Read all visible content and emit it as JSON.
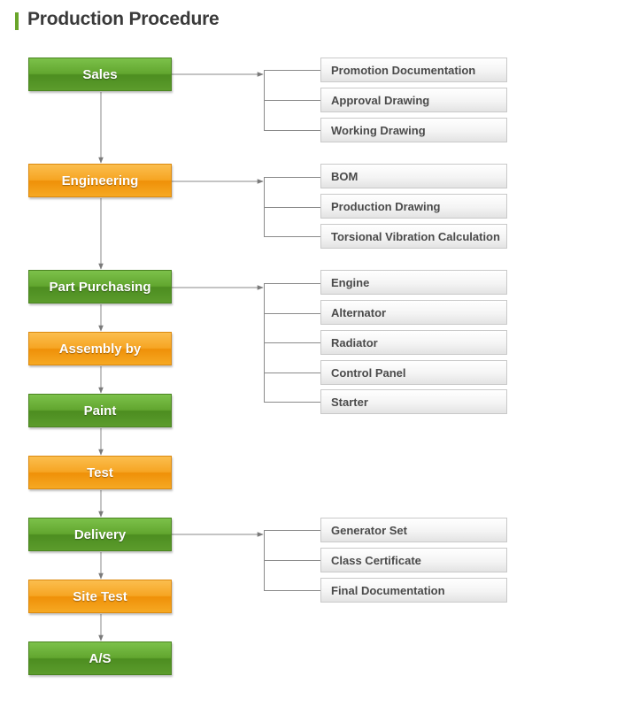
{
  "page_title": "Production Procedure",
  "colors": {
    "green": "#62a62f",
    "orange": "#f6a523",
    "accent_bar": "#69a52a",
    "line": "#8a8a8a"
  },
  "steps": [
    {
      "label": "Sales",
      "color": "green"
    },
    {
      "label": "Engineering",
      "color": "orange"
    },
    {
      "label": "Part Purchasing",
      "color": "green"
    },
    {
      "label": "Assembly by",
      "color": "orange"
    },
    {
      "label": "Paint",
      "color": "green"
    },
    {
      "label": "Test",
      "color": "orange"
    },
    {
      "label": "Delivery",
      "color": "green"
    },
    {
      "label": "Site Test",
      "color": "orange"
    },
    {
      "label": "A/S",
      "color": "green"
    }
  ],
  "groups": [
    {
      "from_step": "Sales",
      "items": [
        "Promotion Documentation",
        "Approval Drawing",
        "Working Drawing"
      ]
    },
    {
      "from_step": "Engineering",
      "items": [
        "BOM",
        "Production Drawing",
        "Torsional Vibration Calculation"
      ]
    },
    {
      "from_step": "Part Purchasing",
      "items": [
        "Engine",
        "Alternator",
        "Radiator",
        "Control Panel",
        "Starter"
      ]
    },
    {
      "from_step": "Delivery",
      "items": [
        "Generator Set",
        "Class Certificate",
        "Final Documentation"
      ]
    }
  ]
}
